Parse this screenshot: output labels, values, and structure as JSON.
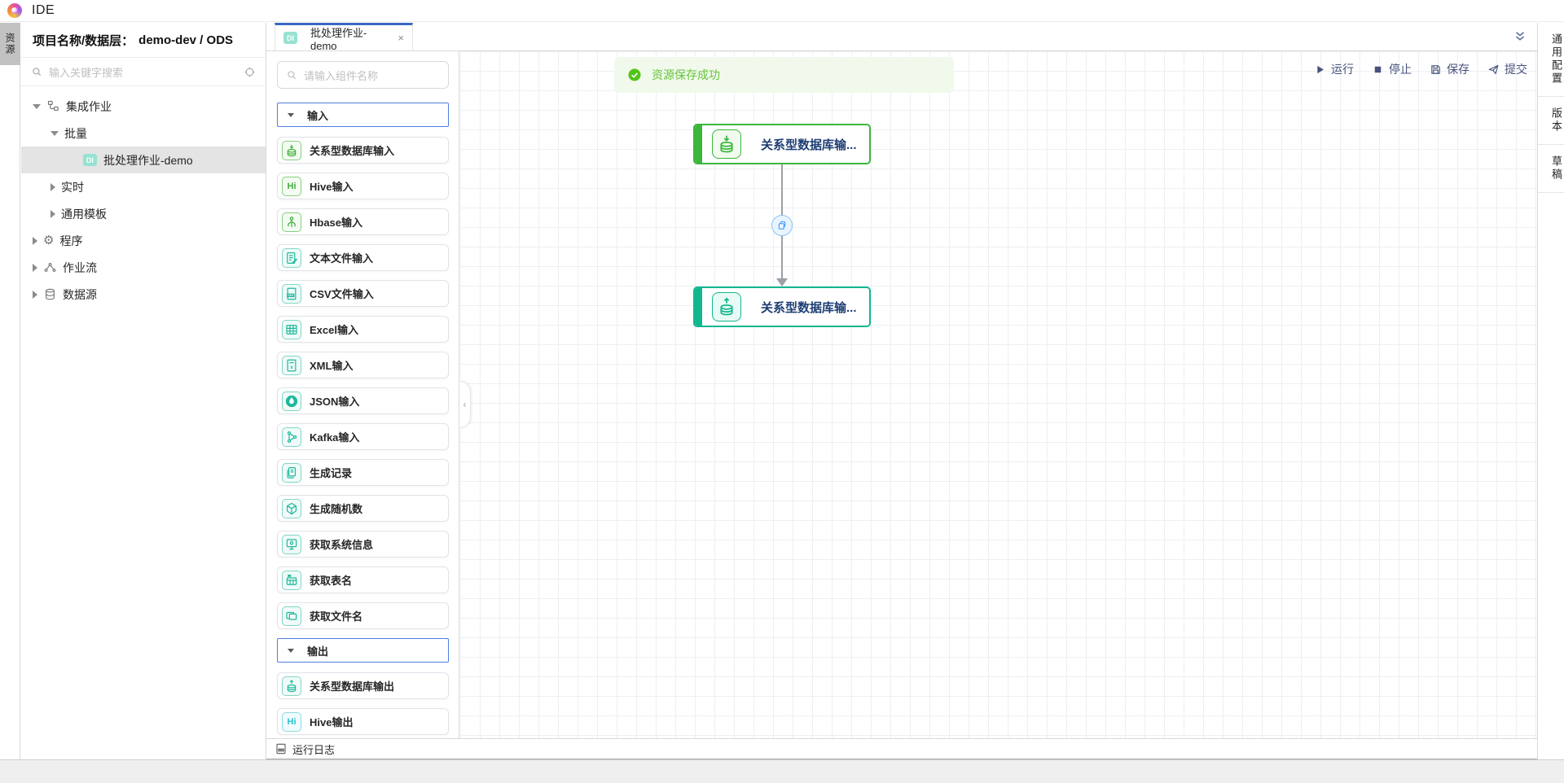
{
  "header": {
    "app_title": "IDE"
  },
  "left_rail": {
    "tab_label": "资源"
  },
  "sidebar": {
    "project_label": "项目名称/数据层：",
    "project_value": "demo-dev / ODS",
    "search_placeholder": "输入关键字搜索",
    "tree": [
      {
        "label": "集成作业",
        "level": 0,
        "caret": "down",
        "icon": "integration-icon"
      },
      {
        "label": "批量",
        "level": 1,
        "caret": "down"
      },
      {
        "label": "批处理作业-demo",
        "level": 2,
        "caret": "none",
        "badge": "DI",
        "selected": true
      },
      {
        "label": "实时",
        "level": 1,
        "caret": "right"
      },
      {
        "label": "通用模板",
        "level": 1,
        "caret": "right"
      },
      {
        "label": "程序",
        "level": 0,
        "caret": "right",
        "icon": "gear-icon"
      },
      {
        "label": "作业流",
        "level": 0,
        "caret": "right",
        "icon": "workflow-icon"
      },
      {
        "label": "数据源",
        "level": 0,
        "caret": "right",
        "icon": "datasource-icon"
      }
    ]
  },
  "components": {
    "tab": {
      "badge": "DI",
      "label": "批处理作业-demo",
      "close_glyph": "×"
    },
    "search_placeholder": "请输入组件名称",
    "sections": [
      {
        "label": "输入",
        "items": [
          {
            "label": "关系型数据库输入",
            "icon": "database-input-icon",
            "color": "green"
          },
          {
            "label": "Hive输入",
            "icon": "hive-icon",
            "color": "green",
            "glyph": "Hi"
          },
          {
            "label": "Hbase输入",
            "icon": "hbase-icon",
            "color": "green"
          },
          {
            "label": "文本文件输入",
            "icon": "text-file-icon",
            "color": "teal"
          },
          {
            "label": "CSV文件输入",
            "icon": "csv-file-icon",
            "color": "teal"
          },
          {
            "label": "Excel输入",
            "icon": "excel-icon",
            "color": "teal"
          },
          {
            "label": "XML输入",
            "icon": "xml-file-icon",
            "color": "teal"
          },
          {
            "label": "JSON输入",
            "icon": "json-icon",
            "color": "teal"
          },
          {
            "label": "Kafka输入",
            "icon": "kafka-icon",
            "color": "teal"
          },
          {
            "label": "生成记录",
            "icon": "records-icon",
            "color": "teal"
          },
          {
            "label": "生成随机数",
            "icon": "dice-icon",
            "color": "teal"
          },
          {
            "label": "获取系统信息",
            "icon": "system-info-icon",
            "color": "teal"
          },
          {
            "label": "获取表名",
            "icon": "table-name-icon",
            "color": "teal"
          },
          {
            "label": "获取文件名",
            "icon": "file-name-icon",
            "color": "teal"
          }
        ]
      },
      {
        "label": "输出",
        "items": [
          {
            "label": "关系型数据库输出",
            "icon": "database-output-icon",
            "color": "teal"
          },
          {
            "label": "Hive输出",
            "icon": "hive-icon",
            "color": "cyan",
            "glyph": "Hi"
          }
        ]
      }
    ]
  },
  "toolbar": {
    "run": "运行",
    "stop": "停止",
    "save": "保存",
    "submit": "提交"
  },
  "canvas": {
    "toast_message": "资源保存成功",
    "nodes": [
      {
        "label": "关系型数据库输...",
        "color": "green"
      },
      {
        "label": "关系型数据库输...",
        "color": "teal"
      }
    ]
  },
  "right_rail": {
    "tabs": [
      "通用配置",
      "版本",
      "草稿"
    ]
  },
  "bottom_bar": {
    "log_label": "运行日志"
  },
  "colors": {
    "tab_accent": "#3a67c6",
    "section_border": "#4d7fe0",
    "node_green": "#3cb63c",
    "node_teal": "#12b78f",
    "toast_green": "#67c23a",
    "toolbar_text": "#46527c"
  }
}
